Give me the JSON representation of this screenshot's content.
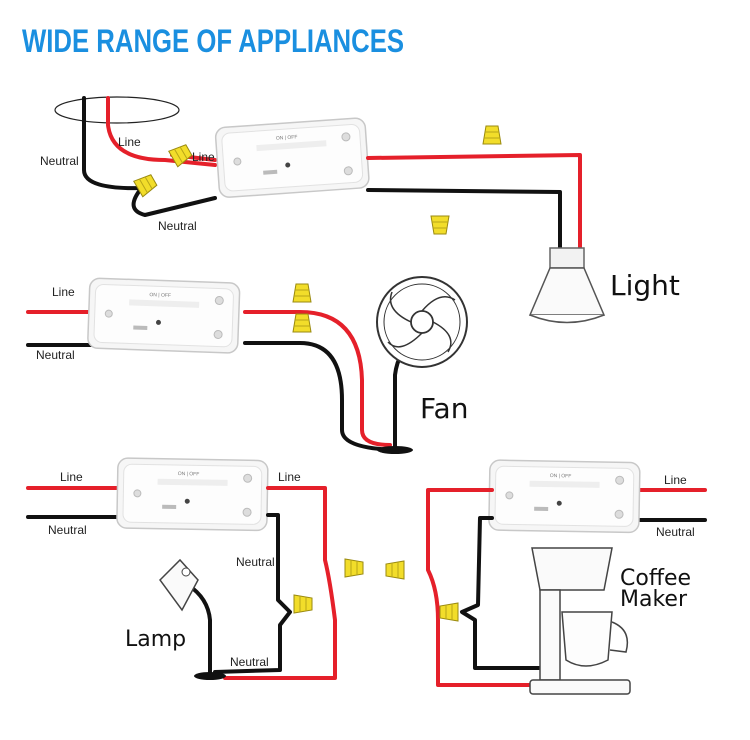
{
  "title": "WIDE RANGE OF APPLIANCES",
  "switch_text": "ON | OFF",
  "labels": {
    "line": "Line",
    "neutral": "Neutral"
  },
  "appliances": {
    "light": "Light",
    "fan": "Fan",
    "lamp": "Lamp",
    "coffee_line1": "Coffee",
    "coffee_line2": "Maker"
  },
  "colors": {
    "title": "#1a8fe0",
    "line_wire": "#e5202a",
    "neutral_wire": "#111111",
    "connector": "#e8d21a"
  }
}
